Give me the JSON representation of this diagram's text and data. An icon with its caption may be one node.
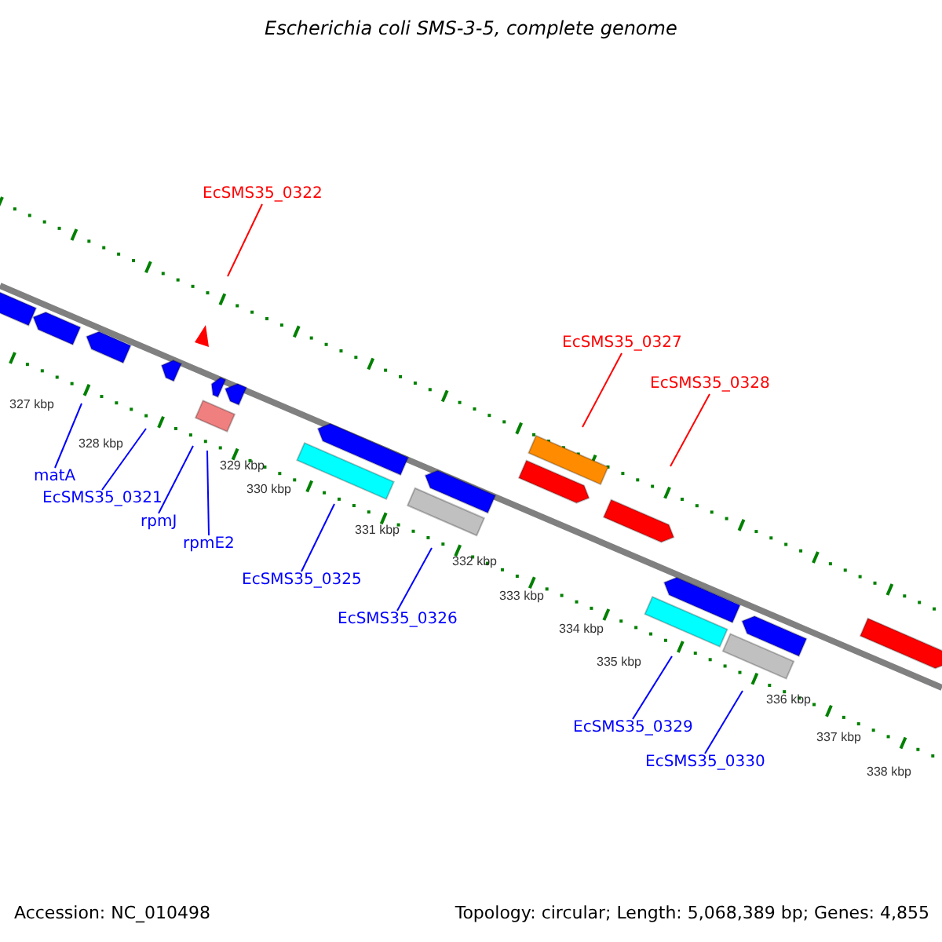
{
  "diagram": {
    "title": "Escherichia coli SMS-3-5, complete genome",
    "nodes": [
      {
        "text": [
          "EcSMS35_0322"
        ]
      },
      {
        "text": [
          "EcSMS35_0327"
        ]
      },
      {
        "text": [
          "EcSMS35_0328"
        ]
      },
      {
        "text": [
          "matA"
        ]
      },
      {
        "text": [
          "EcSMS35_0321"
        ]
      },
      {
        "text": [
          "rpmJ"
        ]
      },
      {
        "text": [
          "rpmE2"
        ]
      },
      {
        "text": [
          "EcSMS35_0325"
        ]
      },
      {
        "text": [
          "EcSMS35_0326"
        ]
      },
      {
        "text": [
          "EcSMS35_0329"
        ]
      },
      {
        "text": [
          "EcSMS35_0330"
        ]
      }
    ],
    "edges": [
      {
        "from": 0,
        "to": null,
        "arrow": "none",
        "color": "#ff0000"
      },
      {
        "from": 1,
        "to": null,
        "arrow": "none",
        "color": "#ff0000"
      },
      {
        "from": 2,
        "to": null,
        "arrow": "none",
        "color": "#ff0000"
      },
      {
        "from": 3,
        "to": null,
        "arrow": "none"
      },
      {
        "from": 4,
        "to": null,
        "arrow": "none"
      },
      {
        "from": 5,
        "to": null,
        "arrow": "none"
      },
      {
        "from": 6,
        "to": null,
        "arrow": "none"
      },
      {
        "from": 7,
        "to": null,
        "arrow": "none"
      },
      {
        "from": 8,
        "to": null,
        "arrow": "none"
      },
      {
        "from": 9,
        "to": null,
        "arrow": "none"
      },
      {
        "from": 10,
        "to": null,
        "arrow": "none"
      }
    ],
    "labels": [
      "327 kbp",
      "328 kbp",
      "329 kbp",
      "330 kbp",
      "331 kbp",
      "332 kbp",
      "333 kbp",
      "334 kbp",
      "335 kbp",
      "336 kbp",
      "337 kbp",
      "338 kbp",
      "Accession: NC_010498",
      "Topology: circular; Length: 5,068,389 bp; Genes: 4,855"
    ]
  }
}
